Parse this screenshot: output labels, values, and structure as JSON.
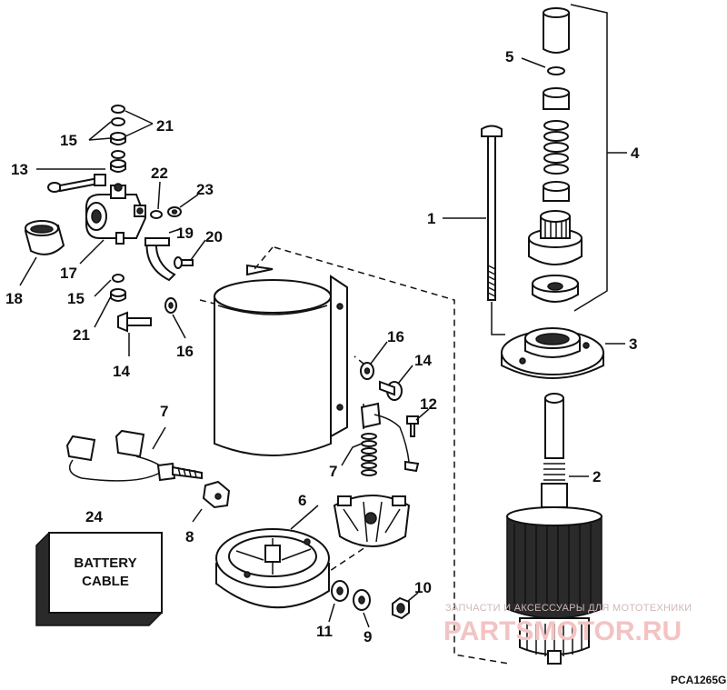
{
  "labels": {
    "l1": "1",
    "l2": "2",
    "l3": "3",
    "l4": "4",
    "l5": "5",
    "l6": "6",
    "l7a": "7",
    "l7b": "7",
    "l8": "8",
    "l9": "9",
    "l10": "10",
    "l11": "11",
    "l12": "12",
    "l13": "13",
    "l14a": "14",
    "l14b": "14",
    "l15a": "15",
    "l15b": "15",
    "l16a": "16",
    "l16b": "16",
    "l17": "17",
    "l18": "18",
    "l19": "19",
    "l20": "20",
    "l21a": "21",
    "l21b": "21",
    "l22": "22",
    "l23": "23",
    "l24": "24"
  },
  "battery_cable": {
    "line1": "BATTERY",
    "line2": "CABLE"
  },
  "figure_code": "PCA1265G",
  "watermark": {
    "tagline": "ЗАПЧАСТИ И АКСЕССУАРЫ ДЛЯ МОТОТЕХНИКИ",
    "site": "PARTSMOTOR.RU"
  }
}
